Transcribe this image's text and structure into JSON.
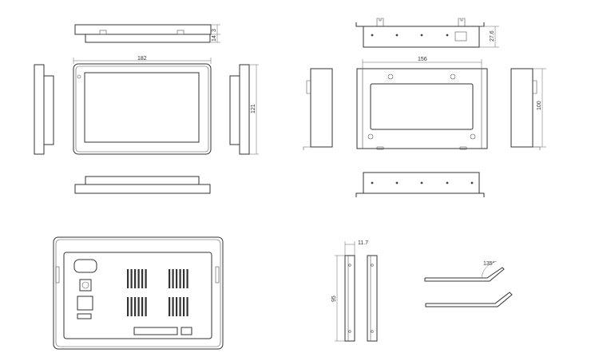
{
  "dimensions": {
    "front_width": "182",
    "front_height": "121",
    "top_small_a": "3",
    "top_small_b": "14",
    "mount_height": "27.6",
    "back_width": "156",
    "back_height": "100",
    "bracket_width": "11.7",
    "bracket_height": "95",
    "bend_angle": "135°"
  },
  "colors": {
    "line": "#333333",
    "background": "#ffffff"
  }
}
